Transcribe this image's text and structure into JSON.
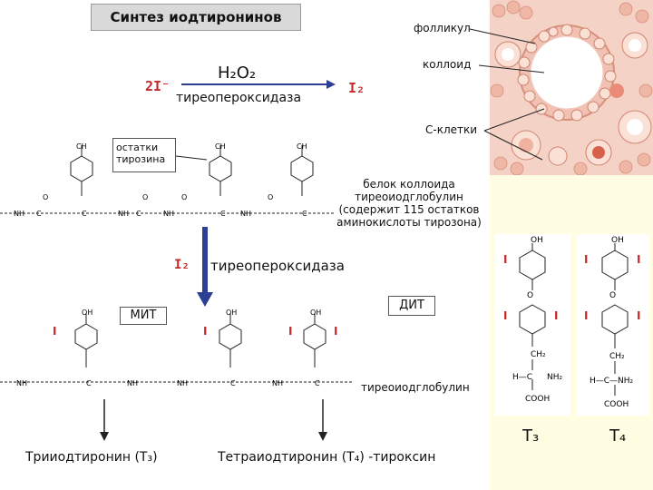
{
  "title": "Синтез иодтиронинов",
  "histology": {
    "follicle_label": "фолликул",
    "colloid_label": "коллоид",
    "c_cells_label": "С-клетки"
  },
  "reaction1": {
    "reactant": "2I⁻",
    "cofactor": "H₂O₂",
    "enzyme": "тиреопероксидаза",
    "product": "I₂"
  },
  "tyrosine_residues_label": "остатки тирозина",
  "colloid_protein_text": [
    "белок коллоида",
    "тиреоиодглобулин",
    "(содержит 115 остатков",
    "аминокислоты тирозона)"
  ],
  "reaction2": {
    "reagent": "I₂",
    "enzyme": "тиреопероксидаза"
  },
  "mit_label": "МИТ",
  "dit_label": "ДИТ",
  "thyroglobulin_label": "тиреоиодглобулин",
  "products": {
    "t3": "Трииодтиронин (Т₃)",
    "t4": "Тетраиодтиронин (Т₄) -тироксин"
  },
  "structures": {
    "t3_label": "T₃",
    "t4_label": "T₄",
    "oh": "OH",
    "ch2": "CH₂",
    "nh2": "NH₂",
    "cooh": "COOH",
    "iodine": "I",
    "hc": "H—C",
    "hc_nh2": "H—C—NH₂"
  },
  "atoms": {
    "ch": "CH",
    "o": "O",
    "oh": "OH",
    "nh": "NH",
    "c": "C",
    "h": "H",
    "i": "I"
  },
  "colors": {
    "arrow": "#2e3f93",
    "iodine": "#c62828",
    "panel": "#fffde2",
    "tissue": "#f3c6b8"
  }
}
